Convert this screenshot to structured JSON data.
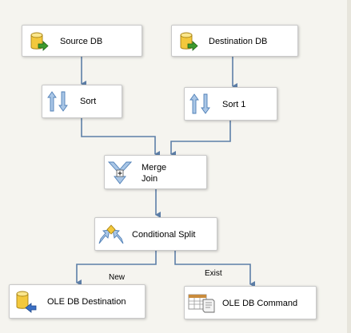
{
  "canvas": {
    "background": "#f5f4ef",
    "connector_color": "#5d7ea7"
  },
  "tasks": {
    "source_db": {
      "label": "Source DB",
      "icon": "database-source-icon"
    },
    "destination_db": {
      "label": "Destination DB",
      "icon": "database-source-icon"
    },
    "sort": {
      "label": "Sort",
      "icon": "sort-icon"
    },
    "sort1": {
      "label": "Sort 1",
      "icon": "sort-icon"
    },
    "merge_join": {
      "label": "Merge\nJoin",
      "icon": "merge-join-icon"
    },
    "conditional_split": {
      "label": "Conditional Split",
      "icon": "conditional-split-icon"
    },
    "ole_db_destination": {
      "label": "OLE DB Destination",
      "icon": "database-destination-icon"
    },
    "ole_db_command": {
      "label": "OLE DB Command",
      "icon": "ole-db-command-icon"
    }
  },
  "paths": {
    "new": "New",
    "exist": "Exist"
  }
}
